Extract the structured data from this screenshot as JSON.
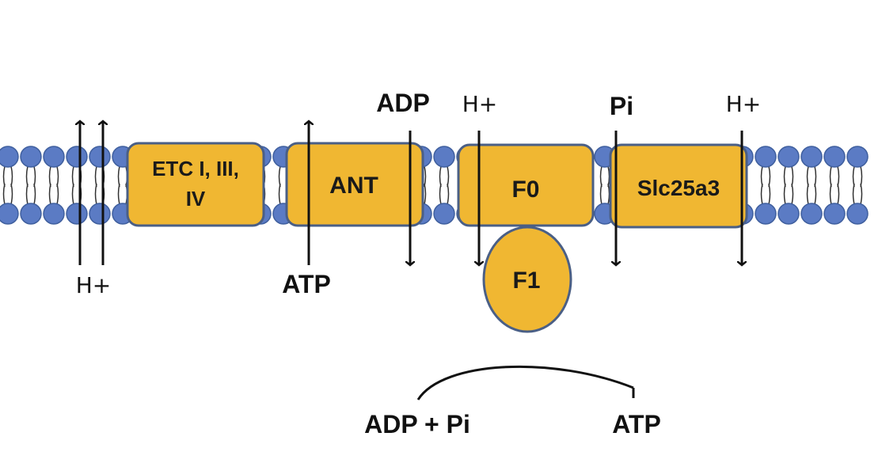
{
  "colors": {
    "membrane_head": "#5b7bc4",
    "membrane_head_stroke": "#3f5f9e",
    "protein_fill": "#f0b732",
    "protein_stroke": "#4a5f86",
    "arrow": "#111111"
  },
  "proteins": {
    "etc_line1": "ETC I, III,",
    "etc_line2": "IV",
    "ant": "ANT",
    "f0": "F0",
    "slc": "Slc25a3",
    "f1": "F1"
  },
  "labels": {
    "h_bottom_left": "H+",
    "atp_ant": "ATP",
    "adp_ant": "ADP",
    "h_f0": "H+",
    "pi_slc": "Pi",
    "h_slc": "H+",
    "reaction_left": "ADP + Pi",
    "reaction_right": "ATP"
  }
}
